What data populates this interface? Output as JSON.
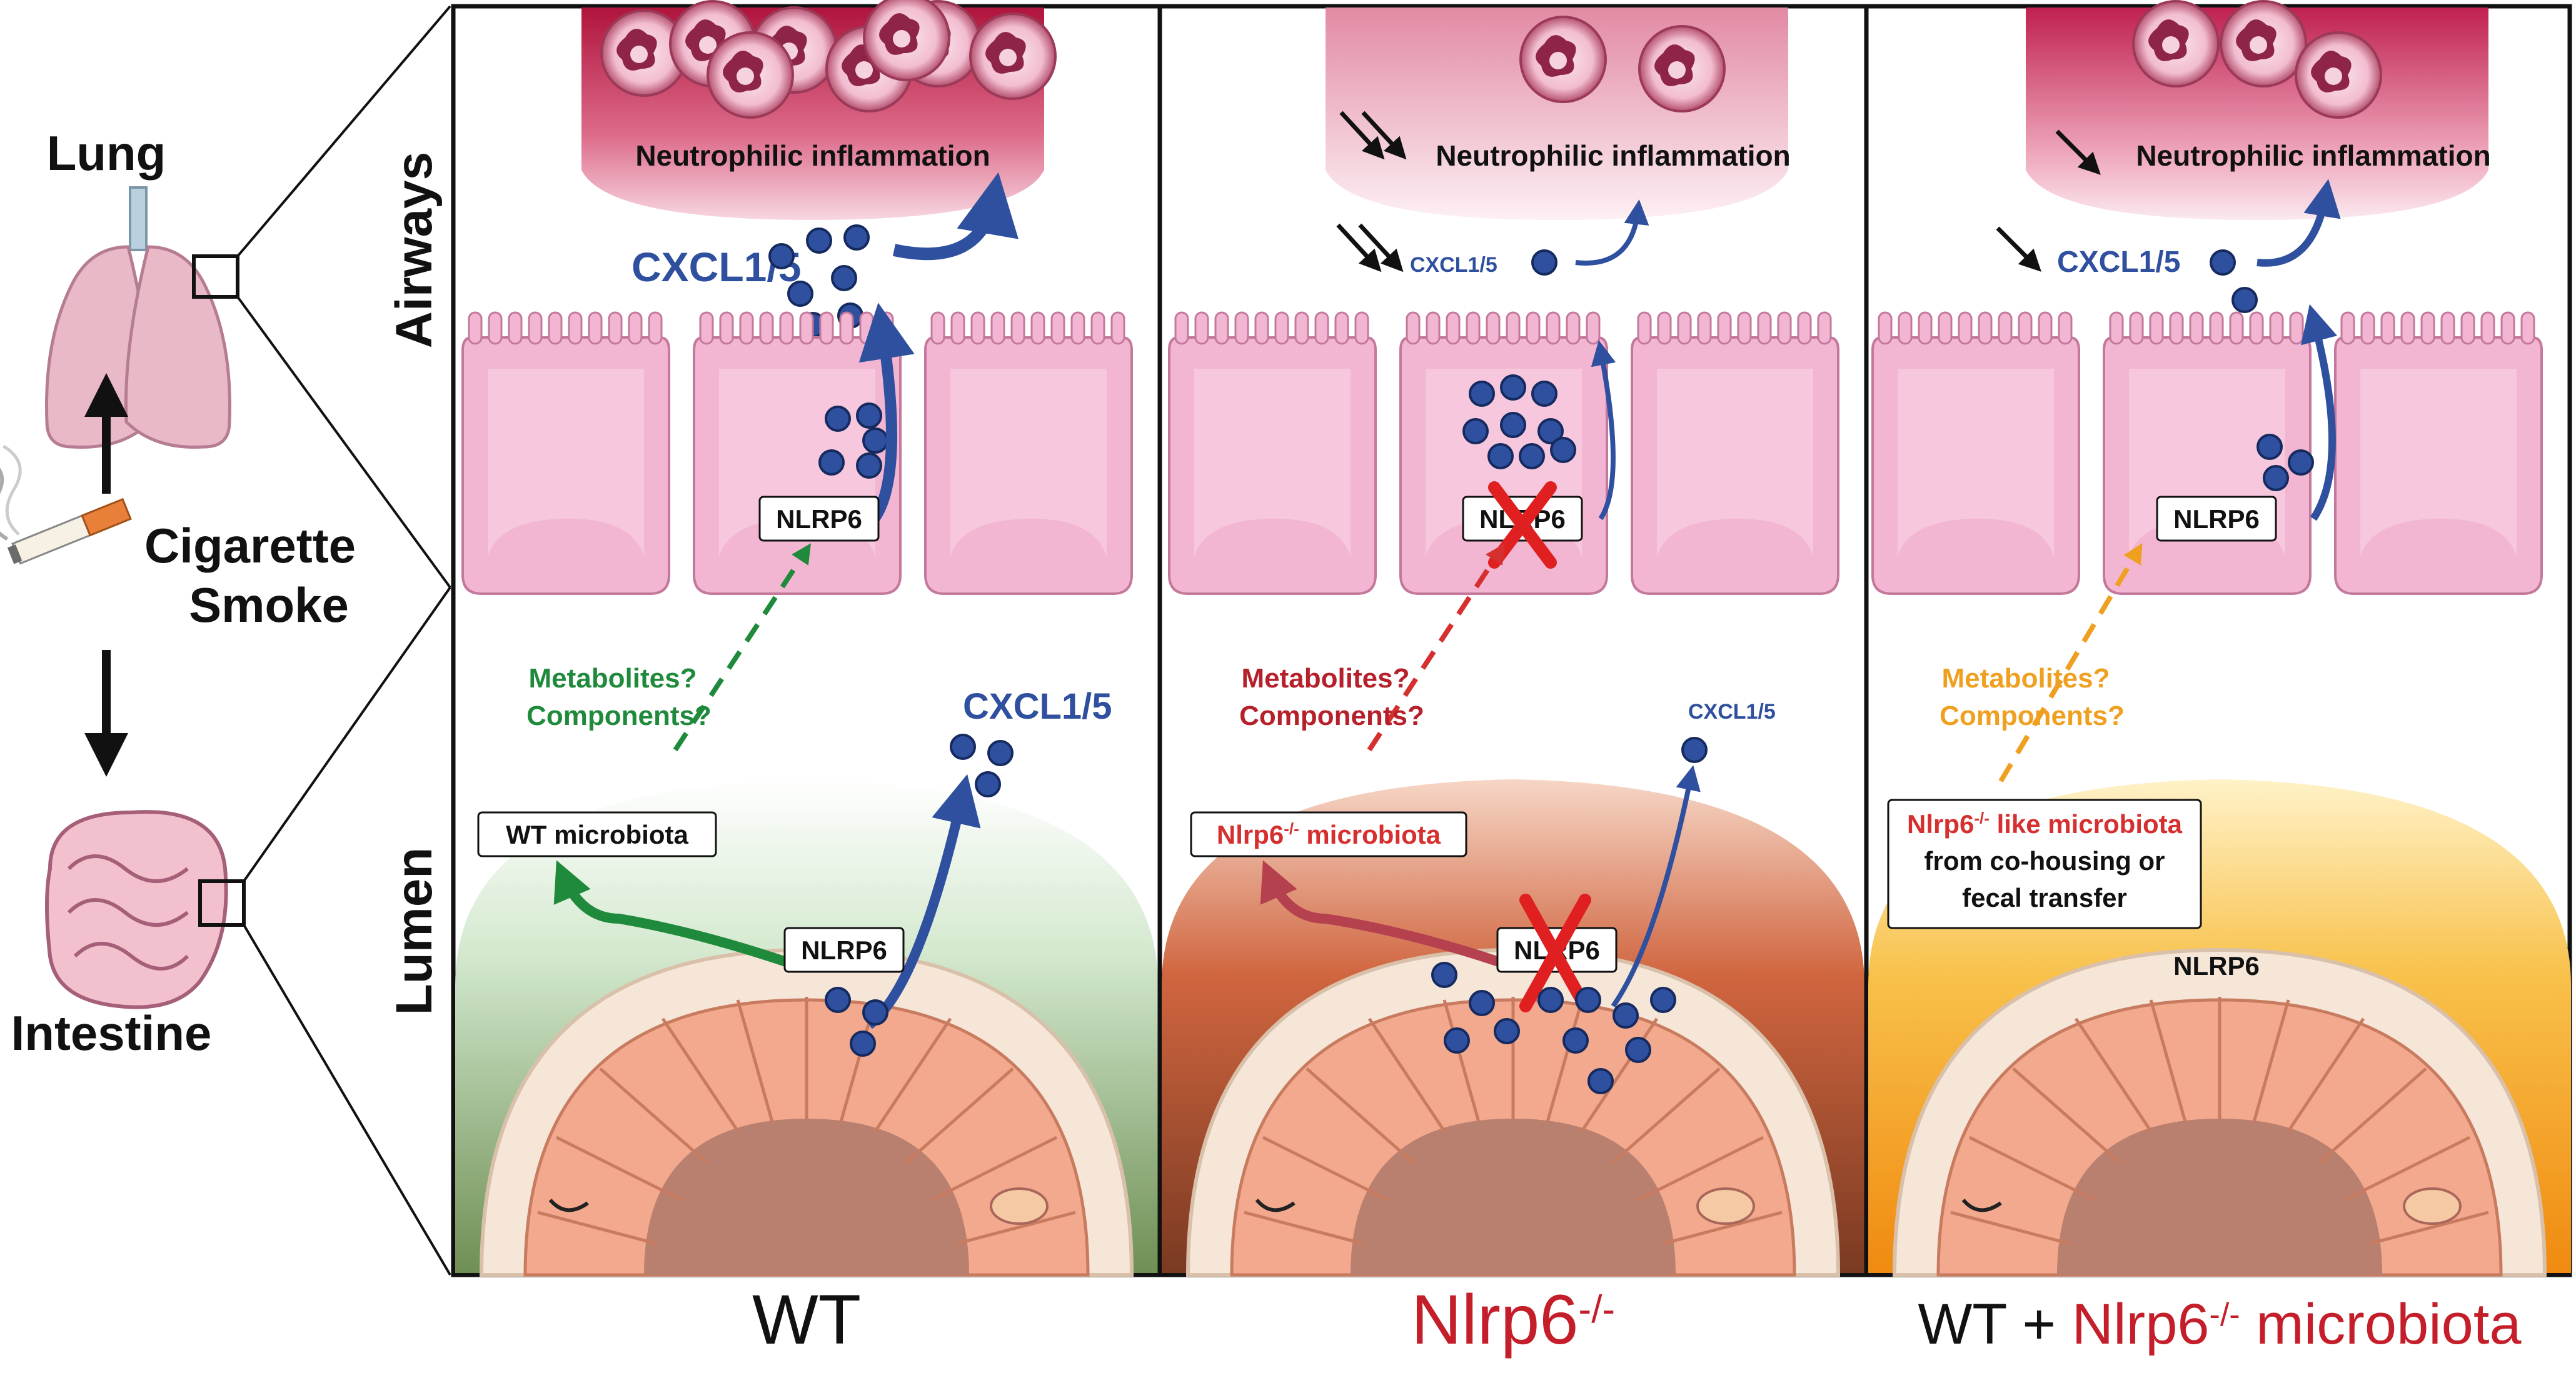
{
  "left": {
    "lung": "Lung",
    "cigarette": "Cigarette",
    "smoke": "Smoke",
    "intestine": "Intestine"
  },
  "axes": {
    "airways": "Airways",
    "lumen": "Lumen"
  },
  "panels": [
    {
      "neutrophilic": "Neutrophilic inflammation",
      "cxcl_airway": "CXCL1/5",
      "nlrp6_airway": "NLRP6",
      "metabolites": "Metabolites?",
      "components": "Components?",
      "cxcl_lumen": "CXCL1/5",
      "microbiota": "WT microbiota",
      "nlrp6_gut": "NLRP6"
    },
    {
      "neutrophilic": "Neutrophilic inflammation",
      "cxcl_airway": "CXCL1/5",
      "nlrp6_airway": "NLRP6",
      "metabolites": "Metabolites?",
      "components": "Components?",
      "cxcl_lumen": "CXCL1/5",
      "microbiota_base": "Nlrp6",
      "microbiota_sup": "-/-",
      "microbiota_rest": " microbiota",
      "nlrp6_gut": "NLRP6"
    },
    {
      "neutrophilic": "Neutrophilic inflammation",
      "cxcl_airway": "CXCL1/5",
      "nlrp6_airway": "NLRP6",
      "metabolites": "Metabolites?",
      "components": "Components?",
      "microbiota_base": "Nlrp6",
      "microbiota_sup": "-/-",
      "microbiota_rest": " like microbiota",
      "microbiota_line2": "from co-housing or",
      "microbiota_line3": "fecal transfer",
      "nlrp6_gut": "NLRP6"
    }
  ],
  "bottom": {
    "wt": "WT",
    "ko_base": "Nlrp6",
    "ko_sup": "-/-",
    "combo_wt": "WT",
    "combo_plus": "+",
    "combo_base": "Nlrp6",
    "combo_sup": "-/-",
    "combo_rest": " microbiota"
  },
  "colors": {
    "wt_arrow": "#1f8a3b",
    "ko_arrow": "#d62f2f",
    "cohouse_arrow": "#f0a020",
    "cxcl_blue": "#2f4f9f",
    "inflammation_dark": "#b3153f",
    "cell_pink": "#f2b6d2",
    "red_title": "#c41e2a"
  }
}
